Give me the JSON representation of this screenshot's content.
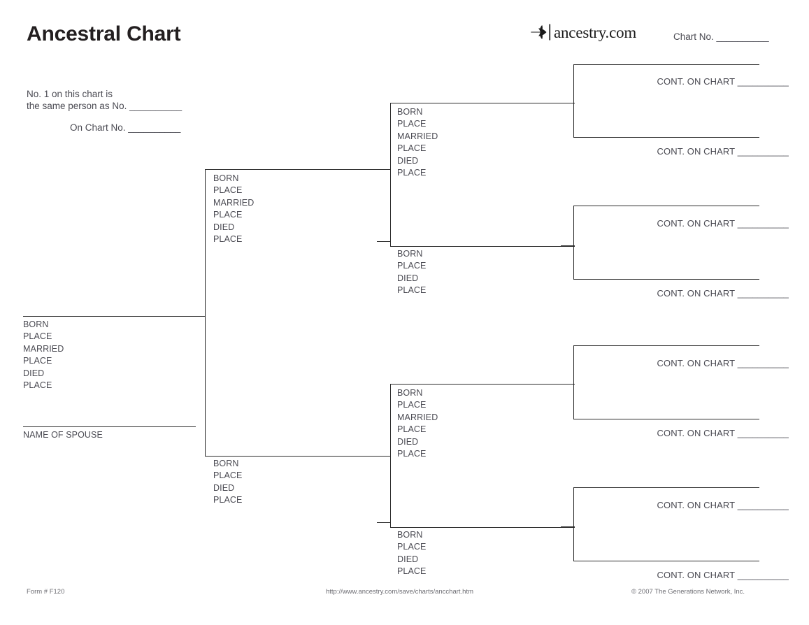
{
  "header": {
    "title": "Ancestral Chart",
    "brand_name": "ancestry.com",
    "brand_icon": "ancestry-leaf-icon",
    "chart_no_label": "Chart No. __________"
  },
  "note": {
    "line1": "No. 1 on this chart is",
    "line2": "the same person as No. __________",
    "line3": "On Chart No. __________"
  },
  "labels": {
    "born": "BORN",
    "place": "PLACE",
    "married": "MARRIED",
    "died": "DIED",
    "name_of_spouse": "NAME OF SPOUSE",
    "cont_on_chart": "CONT. ON CHART __________"
  },
  "person1": {
    "fields": [
      "BORN",
      "PLACE",
      "MARRIED",
      "PLACE",
      "DIED",
      "PLACE"
    ],
    "spouse_caption": "NAME OF SPOUSE"
  },
  "generation2": [
    {
      "role": "father",
      "fields": [
        "BORN",
        "PLACE",
        "MARRIED",
        "PLACE",
        "DIED",
        "PLACE"
      ]
    },
    {
      "role": "mother",
      "fields": [
        "BORN",
        "PLACE",
        "DIED",
        "PLACE"
      ]
    }
  ],
  "generation3": [
    {
      "role": "father",
      "fields": [
        "BORN",
        "PLACE",
        "MARRIED",
        "PLACE",
        "DIED",
        "PLACE"
      ]
    },
    {
      "role": "mother",
      "fields": [
        "BORN",
        "PLACE",
        "DIED",
        "PLACE"
      ]
    },
    {
      "role": "father",
      "fields": [
        "BORN",
        "PLACE",
        "MARRIED",
        "PLACE",
        "DIED",
        "PLACE"
      ]
    },
    {
      "role": "mother",
      "fields": [
        "BORN",
        "PLACE",
        "DIED",
        "PLACE"
      ]
    }
  ],
  "generation4": [
    {
      "cont": "CONT. ON CHART __________"
    },
    {
      "cont": "CONT. ON CHART __________"
    },
    {
      "cont": "CONT. ON CHART __________"
    },
    {
      "cont": "CONT. ON CHART __________"
    },
    {
      "cont": "CONT. ON CHART __________"
    },
    {
      "cont": "CONT. ON CHART __________"
    },
    {
      "cont": "CONT. ON CHART __________"
    },
    {
      "cont": "CONT. ON CHART __________"
    }
  ],
  "footer": {
    "form_no": "Form # F120",
    "url": "http://www.ancestry.com/save/charts/ancchart.htm",
    "copyright": "© 2007 The Generations Network, Inc."
  },
  "colors": {
    "page_background": "#ffffff",
    "rule": "#2b2b2b",
    "text": "#4a4a52",
    "title": "#231f20"
  }
}
